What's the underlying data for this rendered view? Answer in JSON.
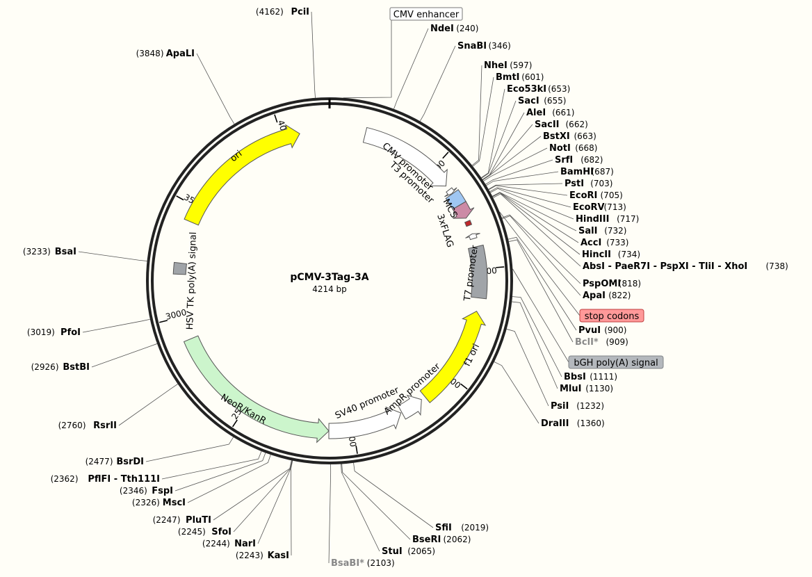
{
  "plasmid": {
    "name": "pCMV-3Tag-3A",
    "size_label": "4214 bp",
    "length": 4214
  },
  "ticks": [
    "500",
    "1000",
    "1500",
    "2000",
    "2500",
    "3000",
    "3500",
    "4000"
  ],
  "boxed_labels": [
    {
      "id": "cmv-enhancer",
      "text": "CMV enhancer",
      "fill": "#ffffff"
    },
    {
      "id": "stop-codons",
      "text": "stop codons",
      "fill": "#ff9999"
    },
    {
      "id": "bgh",
      "text": "bGH poly(A) signal",
      "fill": "#b4b8bd"
    }
  ],
  "features": [
    {
      "id": "cmv-promoter",
      "label": "CMV promoter",
      "color": "#ffffff"
    },
    {
      "id": "t3-promoter",
      "label": "T3 promoter",
      "color": "#ffffff"
    },
    {
      "id": "mcs",
      "label": "MCS",
      "color": "#9fc6f2"
    },
    {
      "id": "flag",
      "label": "3xFLAG",
      "color": "#cc8aa6"
    },
    {
      "id": "stop",
      "label": "",
      "color": "#c0282a"
    },
    {
      "id": "t7-promoter",
      "label": "T7 promoter",
      "color": "#ffffff"
    },
    {
      "id": "bgh-polya",
      "label": "",
      "color": "#a0a4a8"
    },
    {
      "id": "f1-ori",
      "label": "f1 ori",
      "color": "#ffff00"
    },
    {
      "id": "ampr-promoter",
      "label": "AmpR promoter",
      "color": "#ffffff"
    },
    {
      "id": "sv40-promoter",
      "label": "SV40 promoter",
      "color": "#ffffff"
    },
    {
      "id": "neor",
      "label": "NeoR/KanR",
      "color": "#ccf5cc"
    },
    {
      "id": "hsv-tk",
      "label": "HSV TK poly(A) signal",
      "color": "#a0a4a8"
    },
    {
      "id": "ori",
      "label": "ori",
      "color": "#ffff00"
    }
  ],
  "sites": [
    {
      "name": "PciI",
      "pos": "(4162)",
      "dim": false
    },
    {
      "name": "NdeI",
      "pos": "(240)",
      "dim": false
    },
    {
      "name": "SnaBI",
      "pos": "(346)",
      "dim": false
    },
    {
      "name": "NheI",
      "pos": "(597)",
      "dim": false
    },
    {
      "name": "BmtI",
      "pos": "(601)",
      "dim": false
    },
    {
      "name": "Eco53kI",
      "pos": "(653)",
      "dim": false
    },
    {
      "name": "SacI",
      "pos": "(655)",
      "dim": false
    },
    {
      "name": "AleI",
      "pos": "(661)",
      "dim": false
    },
    {
      "name": "SacII",
      "pos": "(662)",
      "dim": false
    },
    {
      "name": "BstXI",
      "pos": "(663)",
      "dim": false
    },
    {
      "name": "NotI",
      "pos": "(668)",
      "dim": false
    },
    {
      "name": "SrfI",
      "pos": "(682)",
      "dim": false
    },
    {
      "name": "BamHI",
      "pos": "(687)",
      "dim": false
    },
    {
      "name": "PstI",
      "pos": "(703)",
      "dim": false
    },
    {
      "name": "EcoRI",
      "pos": "(705)",
      "dim": false
    },
    {
      "name": "EcoRV",
      "pos": "(713)",
      "dim": false
    },
    {
      "name": "HindIII",
      "pos": "(717)",
      "dim": false
    },
    {
      "name": "SalI",
      "pos": "(732)",
      "dim": false
    },
    {
      "name": "AccI",
      "pos": "(733)",
      "dim": false
    },
    {
      "name": "HincII",
      "pos": "(734)",
      "dim": false
    },
    {
      "name": "AbsI - PaeR7I - PspXI - TliI - XhoI",
      "pos": "(738)",
      "dim": false
    },
    {
      "name": "PspOMI",
      "pos": "(818)",
      "dim": false
    },
    {
      "name": "ApaI",
      "pos": "(822)",
      "dim": false
    },
    {
      "name": "PvuI",
      "pos": "(900)",
      "dim": false
    },
    {
      "name": "BclI*",
      "pos": "(909)",
      "dim": true
    },
    {
      "name": "BbsI",
      "pos": "(1111)",
      "dim": false
    },
    {
      "name": "MluI",
      "pos": "(1130)",
      "dim": false
    },
    {
      "name": "PsiI",
      "pos": "(1232)",
      "dim": false
    },
    {
      "name": "DraIII",
      "pos": "(1360)",
      "dim": false
    },
    {
      "name": "SfiI",
      "pos": "(2019)",
      "dim": false
    },
    {
      "name": "BseRI",
      "pos": "(2062)",
      "dim": false
    },
    {
      "name": "StuI",
      "pos": "(2065)",
      "dim": false
    },
    {
      "name": "BsaBI*",
      "pos": "(2103)",
      "dim": true
    },
    {
      "name": "KasI",
      "pos": "(2243)",
      "dim": false
    },
    {
      "name": "NarI",
      "pos": "(2244)",
      "dim": false
    },
    {
      "name": "SfoI",
      "pos": "(2245)",
      "dim": false
    },
    {
      "name": "PluTI",
      "pos": "(2247)",
      "dim": false
    },
    {
      "name": "MscI",
      "pos": "(2326)",
      "dim": false
    },
    {
      "name": "FspI",
      "pos": "(2346)",
      "dim": false
    },
    {
      "name": "PflFI - Tth111I",
      "pos": "(2362)",
      "dim": false
    },
    {
      "name": "BsrDI",
      "pos": "(2477)",
      "dim": false
    },
    {
      "name": "RsrII",
      "pos": "(2760)",
      "dim": false
    },
    {
      "name": "BstBI",
      "pos": "(2926)",
      "dim": false
    },
    {
      "name": "PfoI",
      "pos": "(3019)",
      "dim": false
    },
    {
      "name": "BsaI",
      "pos": "(3233)",
      "dim": false
    },
    {
      "name": "ApaLI",
      "pos": "(3848)",
      "dim": false
    }
  ]
}
